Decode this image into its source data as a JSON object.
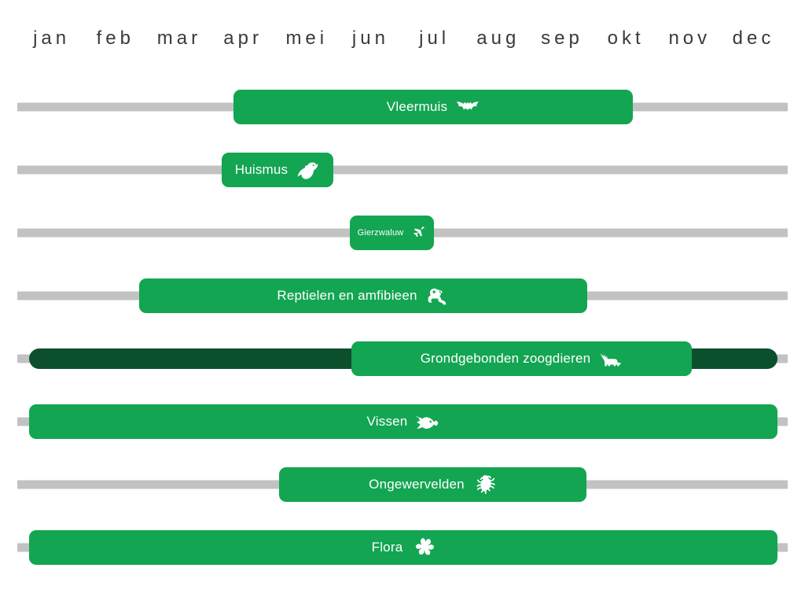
{
  "axis": {
    "months": [
      "jan",
      "feb",
      "mar",
      "apr",
      "mei",
      "jun",
      "jul",
      "aug",
      "sep",
      "okt",
      "nov",
      "dec"
    ]
  },
  "colors": {
    "active_green": "#13a552",
    "dark_green": "#0b4f2c",
    "track_grey": "#c2c2c2",
    "background": "#ffffff",
    "label_text": "#ffffff",
    "month_text": "#3a3a3a"
  },
  "chart_data": {
    "type": "bar",
    "title": "",
    "xlabel": "",
    "ylabel": "",
    "categories": [
      "jan",
      "feb",
      "mar",
      "apr",
      "mei",
      "jun",
      "jul",
      "aug",
      "sep",
      "okt",
      "nov",
      "dec"
    ],
    "xlim": [
      0,
      12
    ],
    "grid": false,
    "legend": "none",
    "note": "Gantt-style seasonal activity calendar: each row is a species group, the highlighted span marks its active months.",
    "rows": [
      {
        "label": "Vleermuis",
        "icon": "bat-icon",
        "start_month": 4.0,
        "end_month": 10.0,
        "start_label": "mei",
        "end_label": "okt",
        "track_start": 0,
        "track_end": 12,
        "has_dark_extension": false
      },
      {
        "label": "Huismus",
        "icon": "bird-icon",
        "start_month": 3.9,
        "end_month": 5.6,
        "start_label": "apr",
        "end_label": "jun",
        "track_start": 0,
        "track_end": 12,
        "has_dark_extension": false
      },
      {
        "label": "Gierzwaluw",
        "icon": "swift-icon",
        "start_month": 6.0,
        "end_month": 7.3,
        "start_label": "jul",
        "end_label": "aug",
        "track_start": 0,
        "track_end": 12,
        "has_dark_extension": false
      },
      {
        "label": "Reptielen en amfibieen",
        "icon": "frog-icon",
        "start_month": 2.0,
        "end_month": 9.0,
        "start_label": "mar",
        "end_label": "okt",
        "track_start": 0,
        "track_end": 12,
        "has_dark_extension": false
      },
      {
        "label": "Grondgebonden zoogdieren",
        "icon": "mammal-icon",
        "start_month": 0.2,
        "end_month": 11.8,
        "start_label": "jan",
        "end_label": "dec",
        "track_start": 0,
        "track_end": 12,
        "has_dark_extension": true
      },
      {
        "label": "Vissen",
        "icon": "fish-icon",
        "start_month": 0.2,
        "end_month": 11.8,
        "start_label": "jan",
        "end_label": "dec",
        "track_start": 0,
        "track_end": 12,
        "has_dark_extension": false
      },
      {
        "label": "Ongewervelden",
        "icon": "beetle-icon",
        "start_month": 4.2,
        "end_month": 9.1,
        "start_label": "mei",
        "end_label": "okt",
        "track_start": 0,
        "track_end": 12,
        "has_dark_extension": false
      },
      {
        "label": "Flora",
        "icon": "flower-icon",
        "start_month": 0.2,
        "end_month": 11.8,
        "start_label": "jan",
        "end_label": "dec",
        "track_start": 0,
        "track_end": 12,
        "has_dark_extension": false
      }
    ]
  },
  "geometry": {
    "rows": [
      {
        "track_left": 22,
        "track_width": 980,
        "pill_left": 297,
        "pill_width": 508,
        "pill_size": "normal",
        "dark_left": null,
        "dark_width": null
      },
      {
        "track_left": 22,
        "track_width": 980,
        "pill_left": 282,
        "pill_width": 142,
        "pill_size": "normal",
        "dark_left": null,
        "dark_width": null
      },
      {
        "track_left": 22,
        "track_width": 980,
        "pill_left": 445,
        "pill_width": 107,
        "pill_size": "small",
        "dark_left": null,
        "dark_width": null
      },
      {
        "track_left": 22,
        "track_width": 980,
        "pill_left": 177,
        "pill_width": 570,
        "pill_size": "normal",
        "dark_left": null,
        "dark_width": null
      },
      {
        "track_left": 22,
        "track_width": 980,
        "pill_left": 447,
        "pill_width": 433,
        "pill_size": "normal",
        "dark_left": 37,
        "dark_width": 952
      },
      {
        "track_left": 22,
        "track_width": 980,
        "pill_left": 37,
        "pill_width": 952,
        "pill_size": "normal",
        "dark_left": null,
        "dark_width": null
      },
      {
        "track_left": 22,
        "track_width": 980,
        "pill_left": 355,
        "pill_width": 391,
        "pill_size": "normal",
        "dark_left": null,
        "dark_width": null
      },
      {
        "track_left": 22,
        "track_width": 980,
        "pill_left": 37,
        "pill_width": 952,
        "pill_size": "normal",
        "dark_left": null,
        "dark_width": null
      }
    ]
  }
}
